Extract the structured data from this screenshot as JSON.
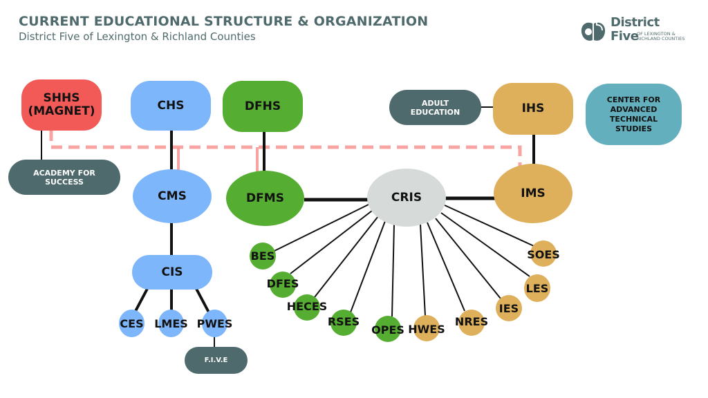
{
  "header": {
    "title": "CURRENT EDUCATIONAL STRUCTURE & ORGANIZATION",
    "subtitle": "District Five of Lexington & Richland Counties"
  },
  "logo": {
    "line1": "District",
    "line2": "Five",
    "tagline1": "OF LEXINGTON &",
    "tagline2": "RICHLAND COUNTIES",
    "icon": "apple-d5-logo-icon"
  },
  "colors": {
    "magnet_red": "#f25a57",
    "chapin_blue": "#7eb6fb",
    "dutch_fork_green": "#55ad32",
    "irmo_gold": "#deb05c",
    "cris_gray": "#d6dbd9",
    "program_slate": "#4f6a6c",
    "tech_teal": "#64afbd",
    "dashed_link": "#f79a98",
    "connector": "#111111"
  },
  "nodes": {
    "shhs": "SHHS (MAGNET)",
    "academy": "ACADEMY FOR SUCCESS",
    "chs": "CHS",
    "cms": "CMS",
    "cis": "CIS",
    "ces": "CES",
    "lmes": "LMES",
    "pwes": "PWES",
    "five": "F.I.V.E",
    "dfhs": "DFHS",
    "dfms": "DFMS",
    "cris": "CRIS",
    "adult": "ADULT EDUCATION",
    "ihs": "IHS",
    "ims": "IMS",
    "catc": "CENTER FOR ADVANCED TECHNICAL STUDIES",
    "bes": "BES",
    "dfes": "DFES",
    "heces": "HECES",
    "rses": "RSES",
    "opes": "OPES",
    "hwes": "HWES",
    "nres": "NRES",
    "ies": "IES",
    "les": "LES",
    "soes": "SOES"
  }
}
